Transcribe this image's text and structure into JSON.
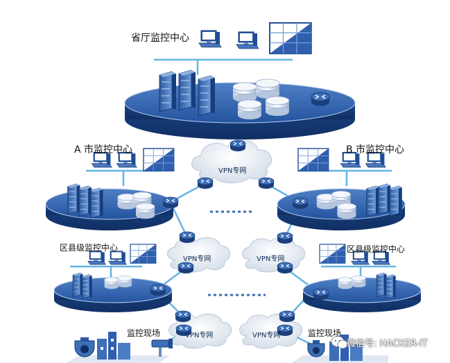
{
  "labels": {
    "province_center": "省厅监控中心",
    "city_a_center": "A 市监控中心",
    "city_b_center": "B 市监控中心",
    "county_left": "区县级监控中心",
    "county_right": "区县级监控中心",
    "site_left": "监控现场",
    "site_right": "监控现场"
  },
  "vpn_clouds": {
    "top": "VPN专网",
    "mid_left": "VPN专网",
    "mid_right": "VPN专网",
    "bottom_left": "VPN专网",
    "bottom_right": "VPN专网"
  },
  "watermark": {
    "text": "微信号: HACKER-IT"
  },
  "icons": [
    "workstation-icon",
    "video-wall-icon",
    "server-rack-icon",
    "storage-cylinder-icon",
    "router-icon",
    "vpn-cloud-icon",
    "dome-camera-icon",
    "bullet-camera-icon",
    "wechat-logo-icon"
  ],
  "colors": {
    "platform": "#1f4e96",
    "platform_edge": "#153a73",
    "link": "#64b4e6",
    "dotted_link": "#3a6fb0",
    "cloud": "#dfe6ef"
  }
}
